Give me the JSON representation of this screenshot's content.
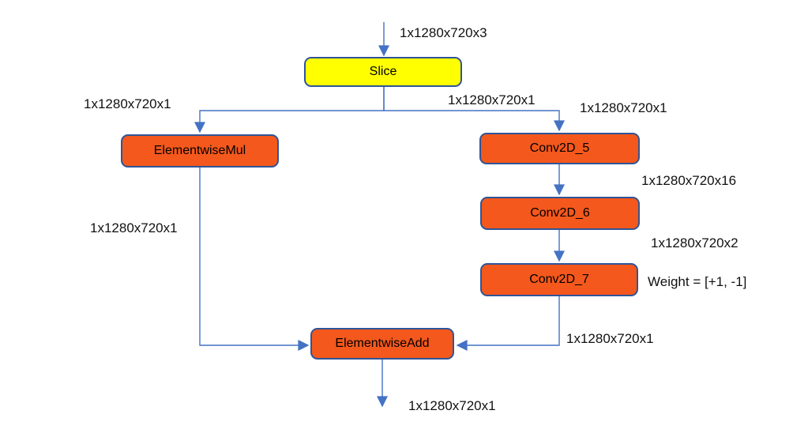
{
  "diagram": {
    "title": "",
    "nodes": [
      {
        "id": "slice",
        "label": "Slice",
        "fill": "#FFFF00"
      },
      {
        "id": "elementwise-mul",
        "label": "ElementwiseMul",
        "fill": "#F4581C"
      },
      {
        "id": "conv2d-5",
        "label": "Conv2D_5",
        "fill": "#F4581C"
      },
      {
        "id": "conv2d-6",
        "label": "Conv2D_6",
        "fill": "#F4581C"
      },
      {
        "id": "conv2d-7",
        "label": "Conv2D_7",
        "fill": "#F4581C"
      },
      {
        "id": "elementwise-add",
        "label": "ElementwiseAdd",
        "fill": "#F4581C"
      }
    ],
    "labels": {
      "input_shape": "1x1280x720x3",
      "slice_left_out": "1x1280x720x1",
      "slice_right_out_a": "1x1280x720x1",
      "slice_right_out_b": "1x1280x720x1",
      "conv5_out": "1x1280x720x16",
      "conv6_out": "1x1280x720x2",
      "weight_annotation": "Weight = [+1, -1]",
      "conv7_out": "1x1280x720x1",
      "mul_out": "1x1280x720x1",
      "output_shape": "1x1280x720x1"
    },
    "colors": {
      "node_orange": "#F4581C",
      "node_yellow": "#FFFF00",
      "node_border": "#2F5597",
      "connector": "#4472C4",
      "text": "#111111",
      "background": "#FFFFFF"
    }
  }
}
